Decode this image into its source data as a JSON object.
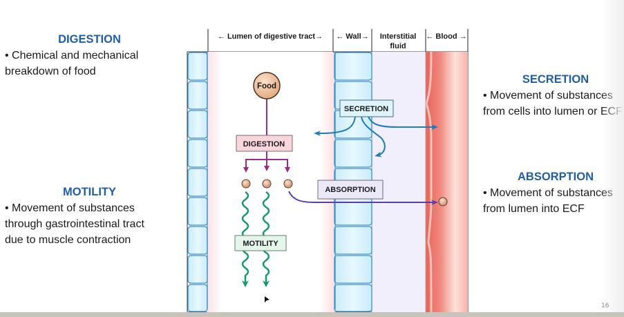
{
  "left_panel": {
    "digestion": {
      "heading": "DIGESTION",
      "body": "• Chemical and mechanical breakdown of food"
    },
    "motility": {
      "heading": "MOTILITY",
      "body": "• Movement of substances through gastrointestinal tract due to muscle contraction"
    }
  },
  "right_panel": {
    "secretion": {
      "heading": "SECRETION",
      "body": "• Movement of substances from cells into lumen or ECF"
    },
    "absorption": {
      "heading": "ABSORPTION",
      "body": "• Movement of substances from lumen into ECF"
    }
  },
  "diagram": {
    "regions": {
      "lumen": "Lumen of digestive tract",
      "wall": "Wall",
      "interstitial_line1": "Interstitial",
      "interstitial_line2": "fluid",
      "blood": "Blood"
    },
    "labels": {
      "food": "Food",
      "digestion": "DIGESTION",
      "secretion": "SECRETION",
      "absorption": "ABSORPTION",
      "motility": "MOTILITY"
    },
    "colors": {
      "digestion_arrows": "#9b2a86",
      "secretion_arrows": "#1f7bb5",
      "absorption_arrow": "#5a3ea8",
      "motility_arrows": "#13996a",
      "heading_blue": "#1f5ea3"
    }
  },
  "footer": {
    "page_number": "16"
  }
}
